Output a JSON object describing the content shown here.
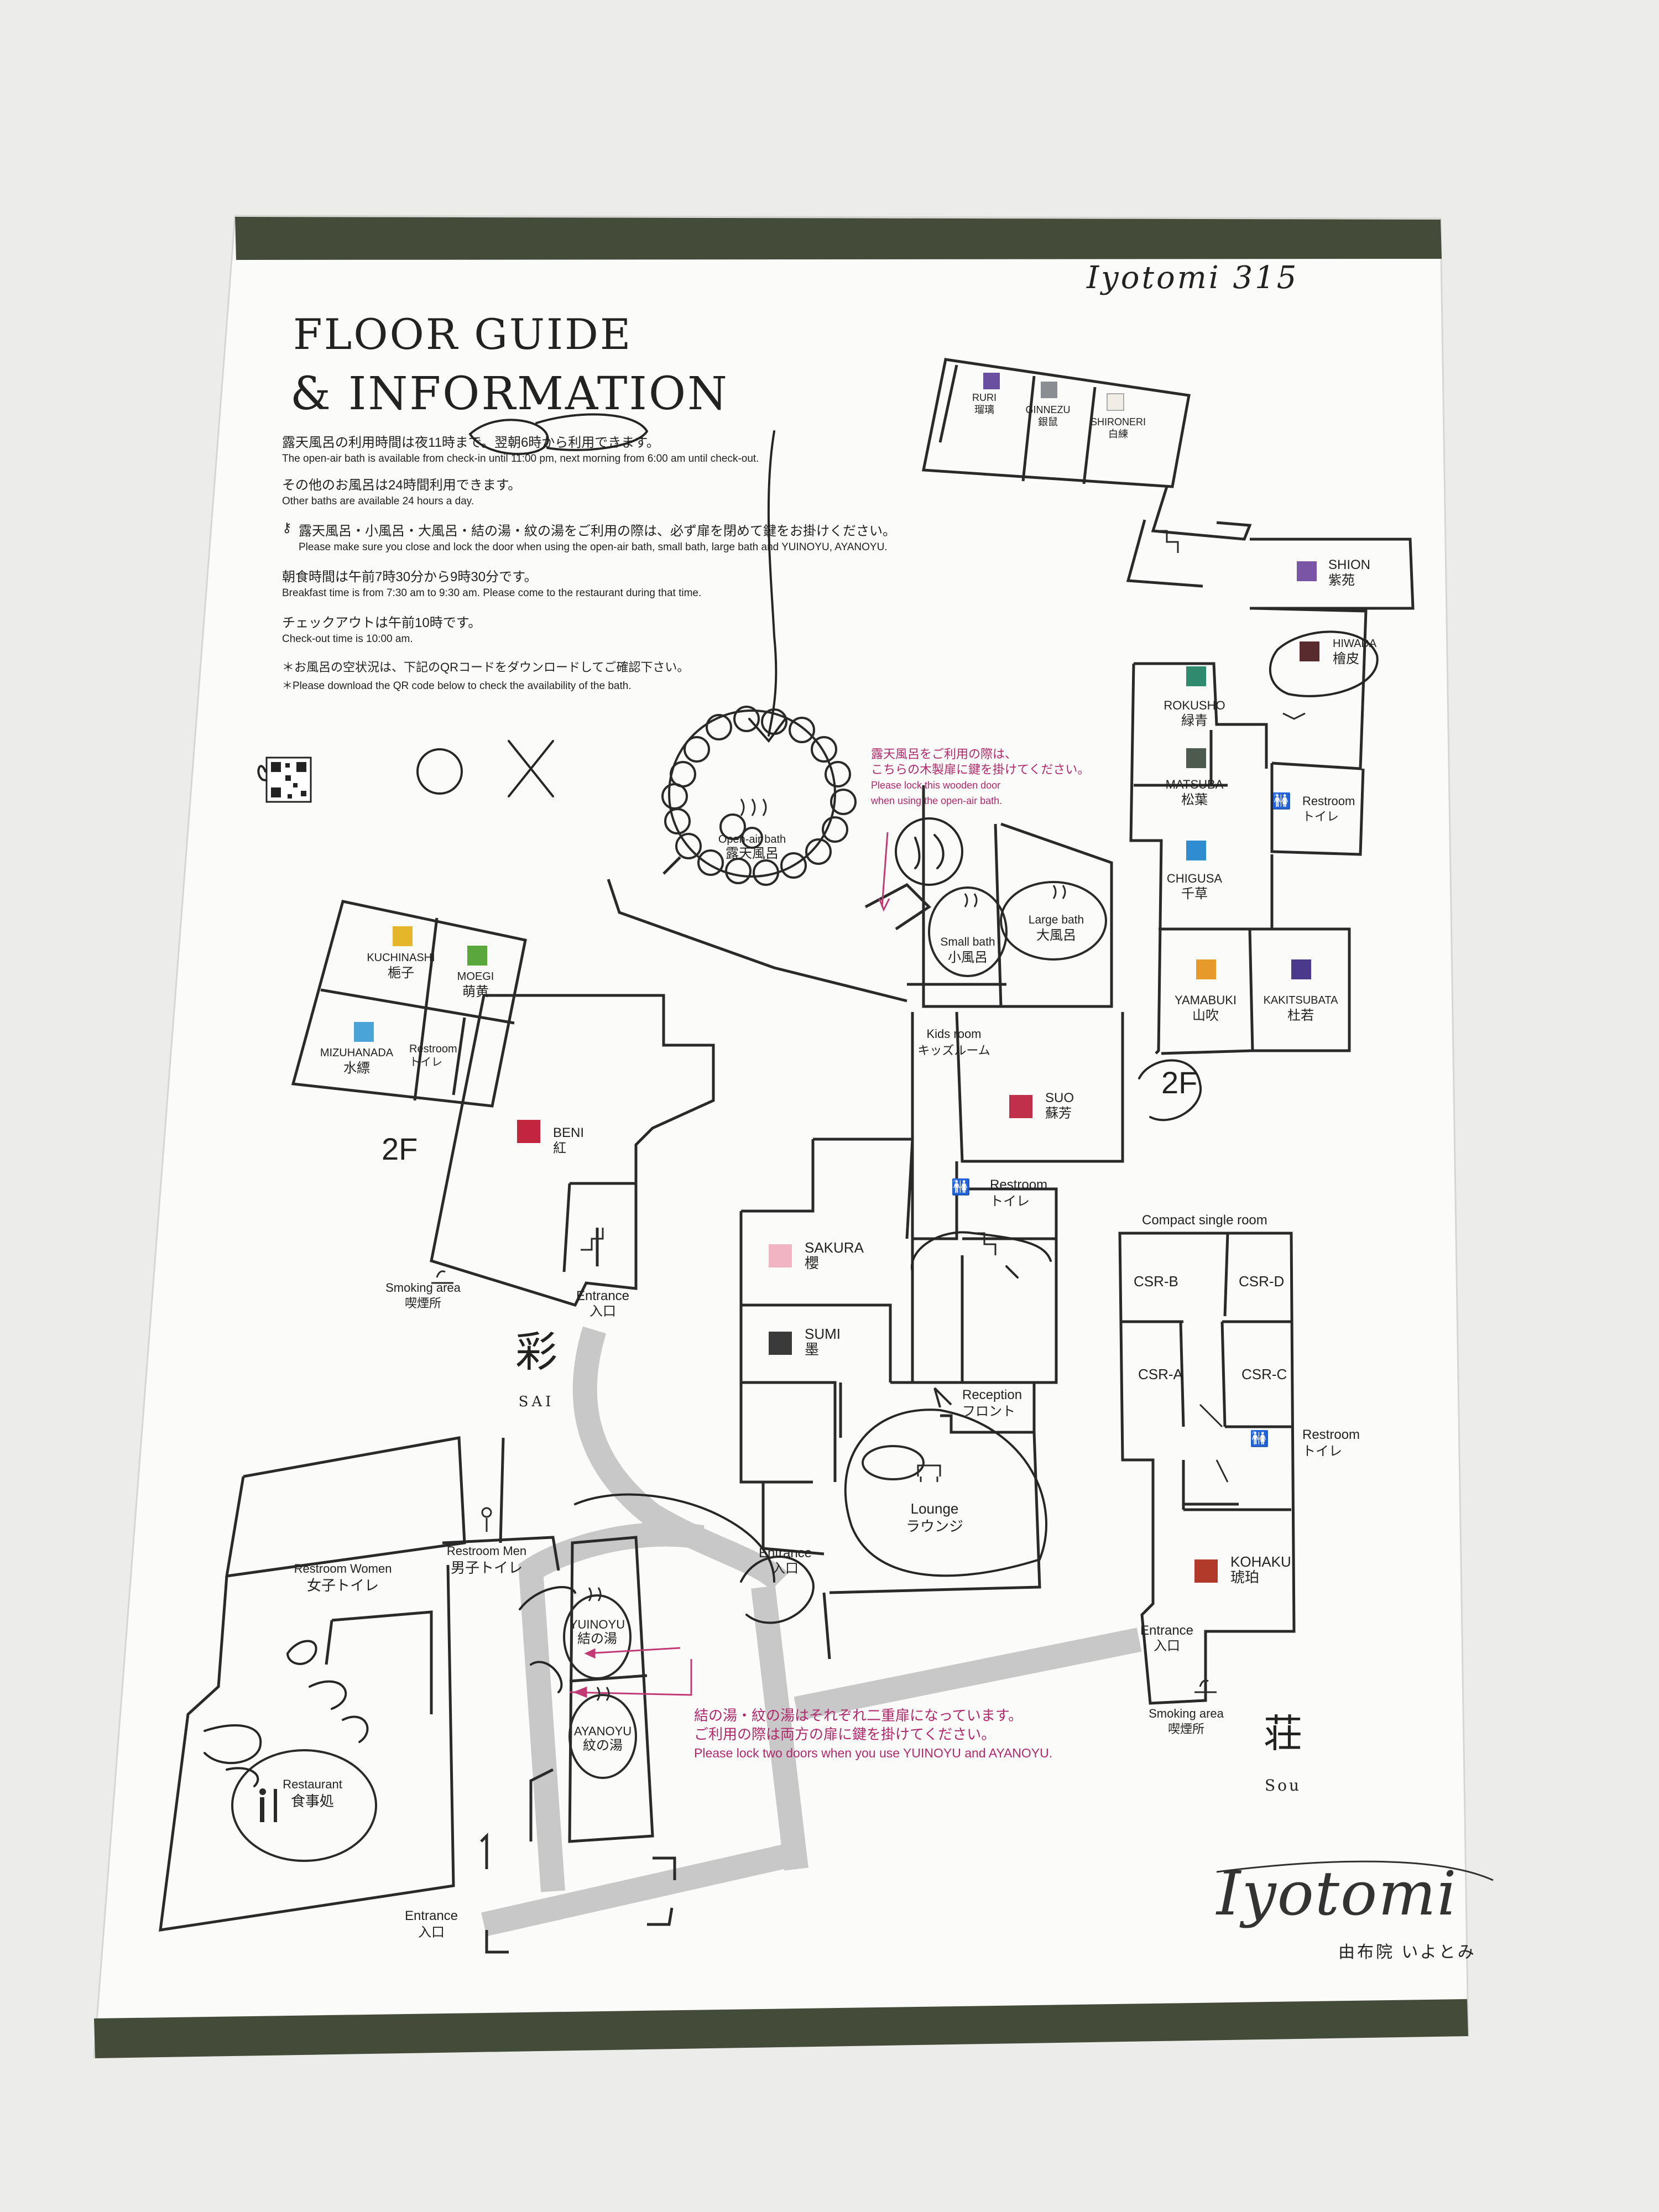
{
  "title_line1": "FLOOR GUIDE",
  "title_line2": "& INFORMATION",
  "handwritten_note": "Iyotomi 315",
  "info": {
    "open_air_jp": "露天風呂の利用時間は夜11時まで。翌朝6時から利用できます。",
    "open_air_en": "The open-air bath is available from check-in until 11:00 pm, next morning from 6:00 am until check-out.",
    "other_jp": "その他のお風呂は24時間利用できます。",
    "other_en": "Other baths are available 24 hours a day.",
    "lock_jp": "露天風呂・小風呂・大風呂・結の湯・紋の湯をご利用の際は、必ず扉を閉めて鍵をお掛けください。",
    "lock_en": "Please make sure you close and lock the door when using the open-air bath, small bath, large bath and YUINOYU, AYANOYU.",
    "breakfast_jp": "朝食時間は午前7時30分から9時30分です。",
    "breakfast_en": "Breakfast time is from 7:30 am to 9:30 am. Please come to the restaurant during that time.",
    "checkout_jp": "チェックアウトは午前10時です。",
    "checkout_en": "Check-out time is 10:00 am.",
    "qr_jp": "＊お風呂の空状況は、下記のQRコードをダウンロードしてご確認下さい。",
    "qr_en": "＊Please download the QR code below to check the availability of the bath."
  },
  "notes": {
    "wood_door_jp1": "露天風呂をご利用の際は、",
    "wood_door_jp2": "こちらの木製扉に鍵を掛けてください。",
    "wood_door_en1": "Please lock this wooden door",
    "wood_door_en2": "when using the open-air bath.",
    "two_doors_jp1": "結の湯・紋の湯はそれぞれ二重扉になっています。",
    "two_doors_jp2": "ご利用の際は両方の扉に鍵を掛けてください。",
    "two_doors_en": "Please lock two doors when you use YUINOYU and AYANOYU."
  },
  "rooms": [
    {
      "en": "RURI",
      "jp": "瑠璃",
      "color": "#6a4fa0"
    },
    {
      "en": "GINNEZU",
      "jp": "銀鼠",
      "color": "#8a8d92"
    },
    {
      "en": "SHIRONERI",
      "jp": "白練",
      "color": "#f0ede4"
    },
    {
      "en": "SHION",
      "jp": "紫苑",
      "color": "#7a55a6"
    },
    {
      "en": "HIWADA",
      "jp": "檜皮",
      "color": "#5a2b2e"
    },
    {
      "en": "ROKUSHO",
      "jp": "緑青",
      "color": "#2f8a6e"
    },
    {
      "en": "MATSUBA",
      "jp": "松葉",
      "color": "#4d5a4e"
    },
    {
      "en": "CHIGUSA",
      "jp": "千草",
      "color": "#2f8ccf"
    },
    {
      "en": "YAMABUKI",
      "jp": "山吹",
      "color": "#e59a2a"
    },
    {
      "en": "KAKITSUBATA",
      "jp": "杜若",
      "color": "#4b3a8c"
    },
    {
      "en": "KUCHINASHI",
      "jp": "梔子",
      "color": "#e5b52a"
    },
    {
      "en": "MOEGI",
      "jp": "萌黄",
      "color": "#5aa83c"
    },
    {
      "en": "MIZUHANADA",
      "jp": "水縹",
      "color": "#4aa4d8"
    },
    {
      "en": "BENI",
      "jp": "紅",
      "color": "#c2263f"
    },
    {
      "en": "SUO",
      "jp": "蘇芳",
      "color": "#c0304a"
    },
    {
      "en": "SAKURA",
      "jp": "櫻",
      "color": "#f0b4c2"
    },
    {
      "en": "SUMI",
      "jp": "墨",
      "color": "#3a3a3a"
    },
    {
      "en": "KOHAKU",
      "jp": "琥珀",
      "color": "#b23a2a"
    }
  ],
  "csr": [
    "CSR-B",
    "CSR-D",
    "CSR-A",
    "CSR-C"
  ],
  "labels": {
    "compact_single": "Compact single room",
    "open_air_en": "Open-air bath",
    "open_air_jp": "露天風呂",
    "small_bath_en": "Small bath",
    "small_bath_jp": "小風呂",
    "large_bath_en": "Large bath",
    "large_bath_jp": "大風呂",
    "kids_en": "Kids room",
    "kids_jp": "キッズルーム",
    "restroom_en": "Restroom",
    "restroom_jp": "トイレ",
    "reception_en": "Reception",
    "reception_jp": "フロント",
    "lounge_en": "Lounge",
    "lounge_jp": "ラウンジ",
    "entrance_en": "Entrance",
    "entrance_jp": "入口",
    "smoking_en": "Smoking area",
    "smoking_jp": "喫煙所",
    "restroom_women": "Restroom Women",
    "restroom_women_jp": "女子トイレ",
    "restroom_men": "Restroom Men",
    "restroom_men_jp": "男子トイレ",
    "restaurant_en": "Restaurant",
    "restaurant_jp": "食事処",
    "yuinoyu_en": "YUINOYU",
    "yuinoyu_jp": "結の湯",
    "ayanoyu_en": "AYANOYU",
    "ayanoyu_jp": "紋の湯",
    "floor_2f": "2F",
    "sai_kanji": "彩",
    "sai_en": "SAI",
    "sou_kanji": "荘",
    "sou_en": "Sou",
    "brand_script": "Iyotomi",
    "brand_jp": "由布院 いよとみ"
  }
}
